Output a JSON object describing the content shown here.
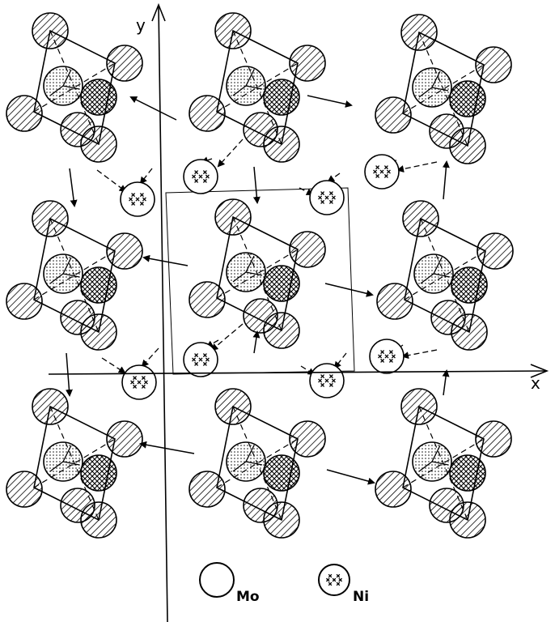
{
  "axes": {
    "x_label": "x",
    "y_label": "y"
  },
  "legend": [
    {
      "symbol": "plain-circle",
      "label": "Mo"
    },
    {
      "symbol": "crossed-circle",
      "label": "Ni"
    }
  ],
  "colors": {
    "ink": "#000000",
    "paper": "#ffffff"
  }
}
